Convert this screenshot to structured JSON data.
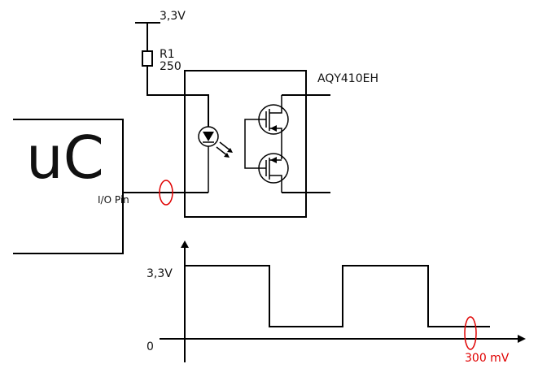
{
  "supply": {
    "label": "3,3V"
  },
  "resistor": {
    "name": "R1",
    "value": "250"
  },
  "optocoupler": {
    "part": "AQY410EH"
  },
  "microcontroller": {
    "label": "uC",
    "pin_label": "I/O Pin"
  },
  "timing": {
    "high_label": "3,3V",
    "zero_label": "0",
    "annotation": "300 mV",
    "levels": [
      "high",
      "low",
      "high",
      "low"
    ]
  },
  "colors": {
    "wire": "#000000",
    "highlight": "#e00000"
  }
}
